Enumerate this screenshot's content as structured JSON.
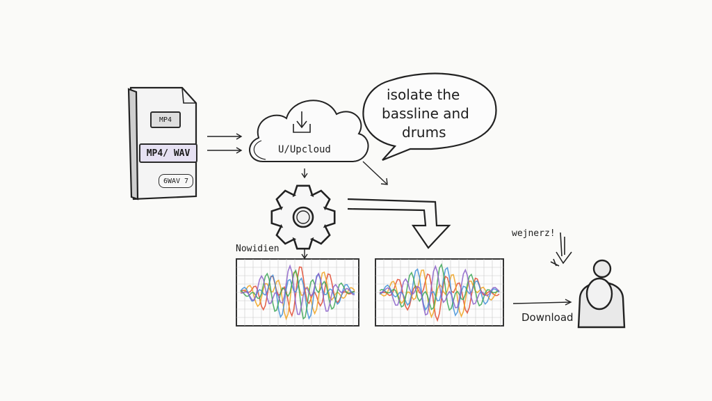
{
  "file_icon": {
    "label_top": "MP4",
    "label_main": "MP4/ WAV",
    "label_bottom": "6WAV 7"
  },
  "cloud": {
    "label": "U/Upcloud"
  },
  "speech_bubble": {
    "lines": [
      "isolate the",
      "bassline and",
      "drums"
    ]
  },
  "waveform_left": {
    "label": "Nowidien"
  },
  "person": {
    "note": "wejnerz!",
    "action_label": "Download"
  },
  "colors": {
    "ink": "#222222",
    "file_pill": "#e6e1f3",
    "wave_series": [
      "#e0492f",
      "#f0a21e",
      "#3f8fd8",
      "#3aa655",
      "#8a5fc8"
    ]
  }
}
